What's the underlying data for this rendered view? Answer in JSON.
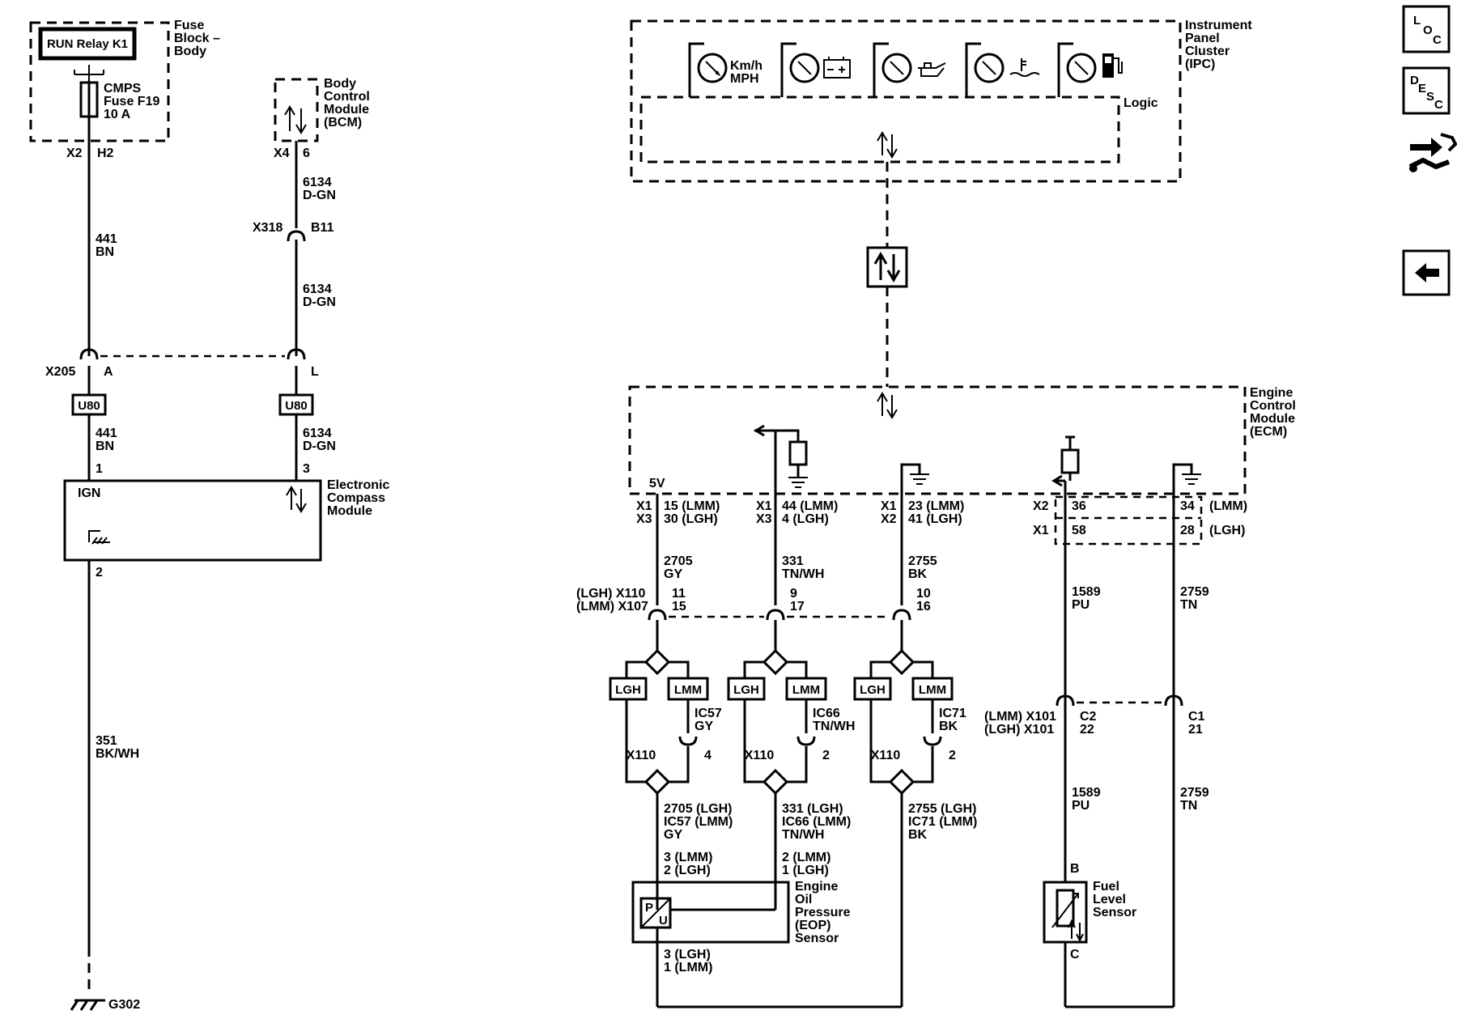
{
  "fuse_block": {
    "title": [
      "Fuse",
      "Block –",
      "Body"
    ],
    "relay": "RUN Relay K1",
    "fuse": [
      "CMPS",
      "Fuse F19",
      "10 A"
    ],
    "conn": "X2",
    "pin": "H2"
  },
  "bcm": {
    "title": [
      "Body",
      "Control",
      "Module",
      "(BCM)"
    ],
    "conn": "X4",
    "pin": "6"
  },
  "ipc": {
    "title": [
      "Instrument",
      "Panel",
      "Cluster",
      "(IPC)"
    ],
    "logic": "Logic",
    "speed_label": [
      "Km/h",
      "MPH"
    ]
  },
  "ecm": {
    "title": [
      "Engine",
      "Control",
      "Module",
      "(ECM)"
    ],
    "v5": "5V"
  },
  "compass": {
    "title": [
      "Electronic",
      "Compass",
      "Module"
    ],
    "ign": "IGN",
    "pin1": "1",
    "pin3": "3",
    "pin2": "2"
  },
  "left_circuit": {
    "w441a": [
      "441",
      "BN"
    ],
    "w6134a": [
      "6134",
      "D-GN"
    ],
    "x318": "X318",
    "b11": "B11",
    "w6134b": [
      "6134",
      "D-GN"
    ],
    "x205": "X205",
    "pinA": "A",
    "pinL": "L",
    "u80": "U80",
    "w441b": [
      "441",
      "BN"
    ],
    "w6134c": [
      "6134",
      "D-GN"
    ],
    "w351": [
      "351",
      "BK/WH"
    ],
    "ground": "G302"
  },
  "ecm_pins": {
    "c1": [
      "X1",
      "X3"
    ],
    "c1p": [
      "15 (LMM)",
      "30 (LGH)"
    ],
    "c2": [
      "X1",
      "X3"
    ],
    "c2p": [
      "44 (LMM)",
      "4 (LGH)"
    ],
    "c3": [
      "X1",
      "X2"
    ],
    "c3p": [
      "23 (LMM)",
      "41 (LGH)"
    ],
    "c4": [
      "X2",
      "X1"
    ],
    "c4p": [
      "36",
      "58"
    ],
    "c5p": [
      "34",
      "28"
    ],
    "c5v": [
      "(LMM)",
      "(LGH)"
    ]
  },
  "wires_mid": {
    "w2705": [
      "2705",
      "GY"
    ],
    "w331": [
      "331",
      "TN/WH"
    ],
    "w2755": [
      "2755",
      "BK"
    ],
    "w1589": [
      "1589",
      "PU"
    ],
    "w2759": [
      "2759",
      "TN"
    ],
    "x110": [
      "(LGH) X110",
      "(LMM) X107"
    ],
    "p1": [
      "11",
      "15"
    ],
    "p2": [
      "9",
      "17"
    ],
    "p3": [
      "10",
      "16"
    ]
  },
  "splices": {
    "lgh": "LGH",
    "lmm": "LMM",
    "x110": "X110",
    "s1": [
      "IC57",
      "GY",
      "4"
    ],
    "s2": [
      "IC66",
      "TN/WH",
      "2"
    ],
    "s3": [
      "IC71",
      "BK",
      "2"
    ]
  },
  "lower": {
    "l1": [
      "2705 (LGH)",
      "IC57 (LMM)",
      "GY"
    ],
    "l2": [
      "331 (LGH)",
      "IC66 (LMM)",
      "TN/WH"
    ],
    "l3": [
      "2755 (LGH)",
      "IC71 (LMM)",
      "BK"
    ],
    "eop_pins_a": [
      "3 (LMM)",
      "2 (LGH)"
    ],
    "eop_pins_b": [
      "2 (LMM)",
      "1 (LGH)"
    ],
    "eop_pins_c": [
      "3 (LGH)",
      "1 (LMM)"
    ],
    "x101": [
      "(LMM) X101",
      "(LGH) X101"
    ],
    "c2": [
      "C2",
      "22"
    ],
    "c1": [
      "C1",
      "21"
    ],
    "w1589b": [
      "1589",
      "PU"
    ],
    "w2759b": [
      "2759",
      "TN"
    ]
  },
  "eop_sensor": {
    "title": [
      "Engine",
      "Oil",
      "Pressure",
      "(EOP)",
      "Sensor"
    ],
    "p": "P",
    "u": "U"
  },
  "fuel_sensor": {
    "title": [
      "Fuel",
      "Level",
      "Sensor"
    ],
    "b": "B",
    "c": "C"
  },
  "nav": {
    "loc": [
      "L",
      "O",
      "C"
    ],
    "desc": [
      "D",
      "E",
      "S",
      "C"
    ]
  },
  "icons": [
    "gauge-icon",
    "battery-icon",
    "oil-can-icon",
    "coolant-temp-icon",
    "fuel-pump-icon",
    "serial-data-arrows-icon",
    "ground-icon",
    "splice-diamond-icon",
    "connector-icon",
    "resistor-icon",
    "pressure-sensor-icon",
    "variable-resistor-icon",
    "back-arrow-icon",
    "component-locator-icon",
    "description-icon"
  ]
}
